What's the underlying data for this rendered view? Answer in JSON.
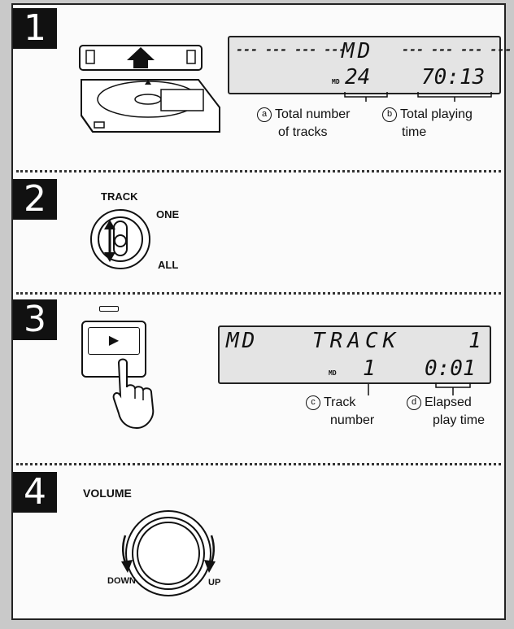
{
  "steps": [
    {
      "number": "1",
      "display": {
        "dashes_left": "--- --- --- ---",
        "source": "MD",
        "dashes_right": "--- --- --- ---",
        "badge": "MD",
        "tracks": "24",
        "time": "70:13"
      },
      "labels": [
        {
          "marker": "a",
          "line1": "Total number",
          "line2": "of tracks"
        },
        {
          "marker": "b",
          "line1": "Total playing",
          "line2": "time"
        }
      ]
    },
    {
      "number": "2",
      "switch": {
        "title": "TRACK",
        "upper": "ONE",
        "lower": "ALL"
      }
    },
    {
      "number": "3",
      "play_symbol": "▶",
      "display": {
        "source": "MD",
        "mode": "TRACK",
        "track_big": "1",
        "badge": "MD",
        "track": "1",
        "time": "0:01"
      },
      "labels": [
        {
          "marker": "c",
          "line1": "Track",
          "line2": "number"
        },
        {
          "marker": "d",
          "line1": "Elapsed",
          "line2": "play time"
        }
      ]
    },
    {
      "number": "4",
      "volume": {
        "title": "VOLUME",
        "left": "DOWN",
        "right": "UP"
      }
    }
  ]
}
